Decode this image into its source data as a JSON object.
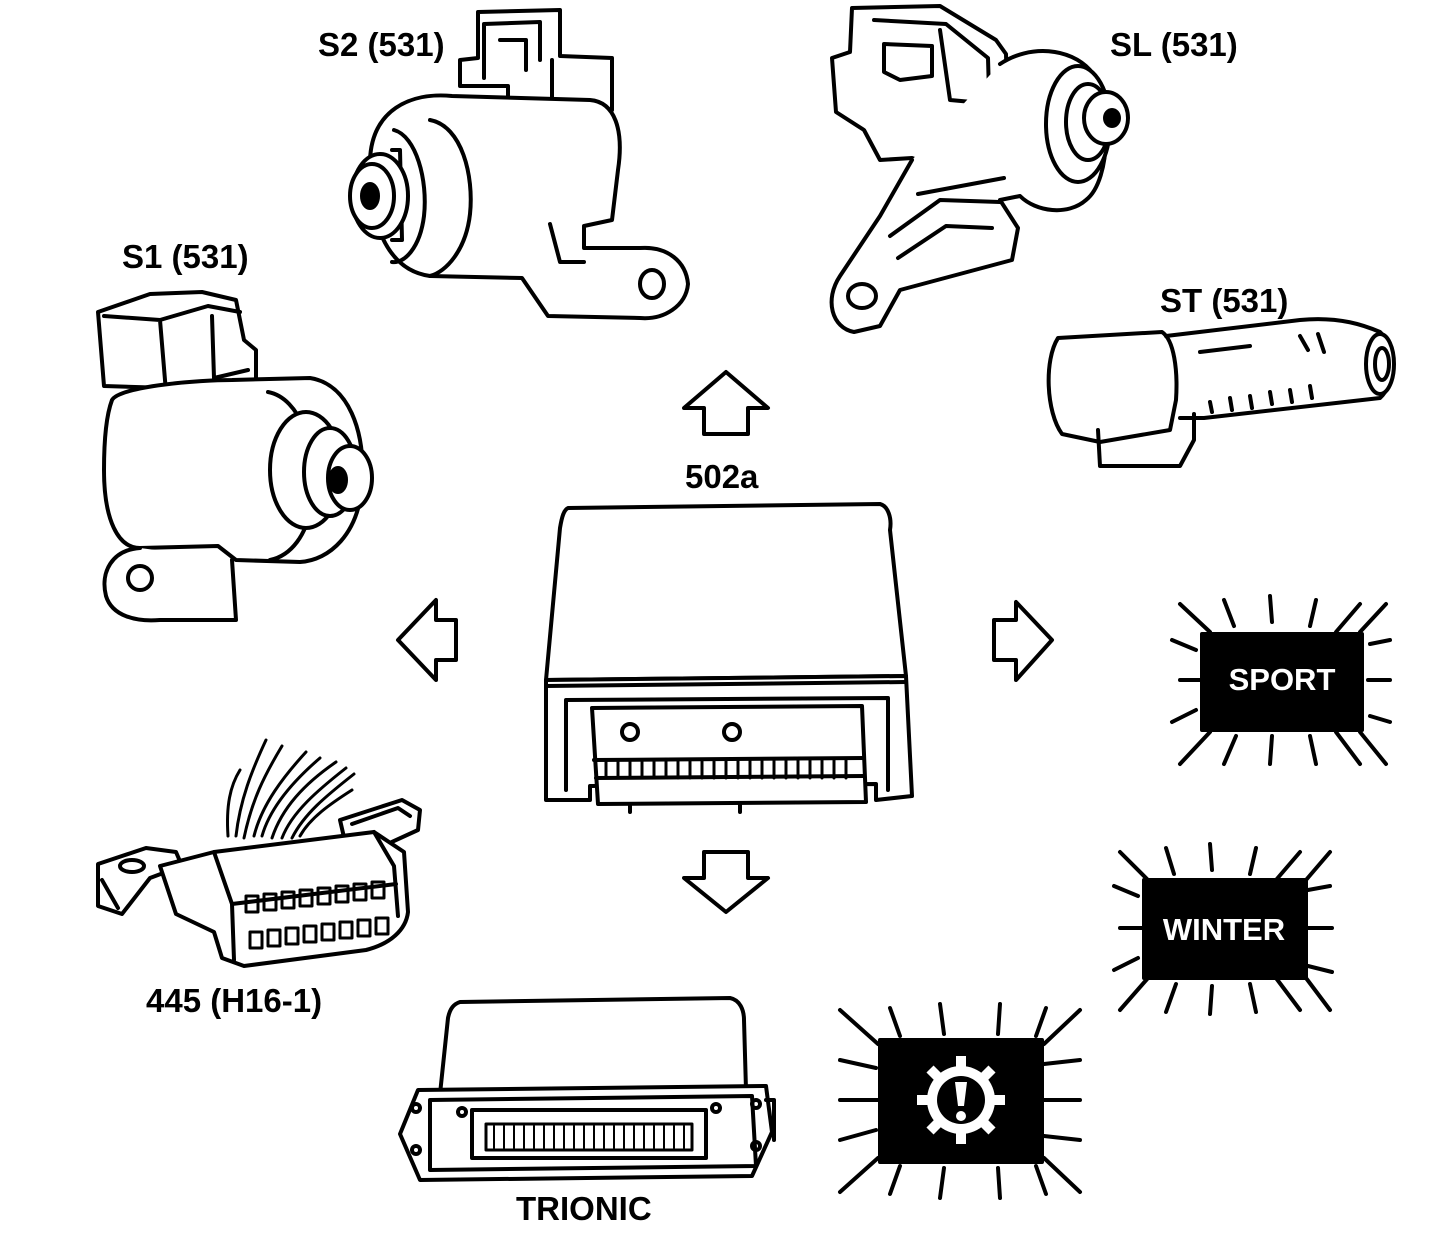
{
  "labels": {
    "s2": "S2 (531)",
    "sl": "SL (531)",
    "s1": "S1 (531)",
    "st": "ST (531)",
    "tcm": "502a",
    "dlc": "445 (H16-1)",
    "ecu": "TRIONIC"
  },
  "lamps": {
    "sport": "SPORT",
    "winter": "WINTER",
    "warning_icon": "gear-exclamation-icon"
  }
}
